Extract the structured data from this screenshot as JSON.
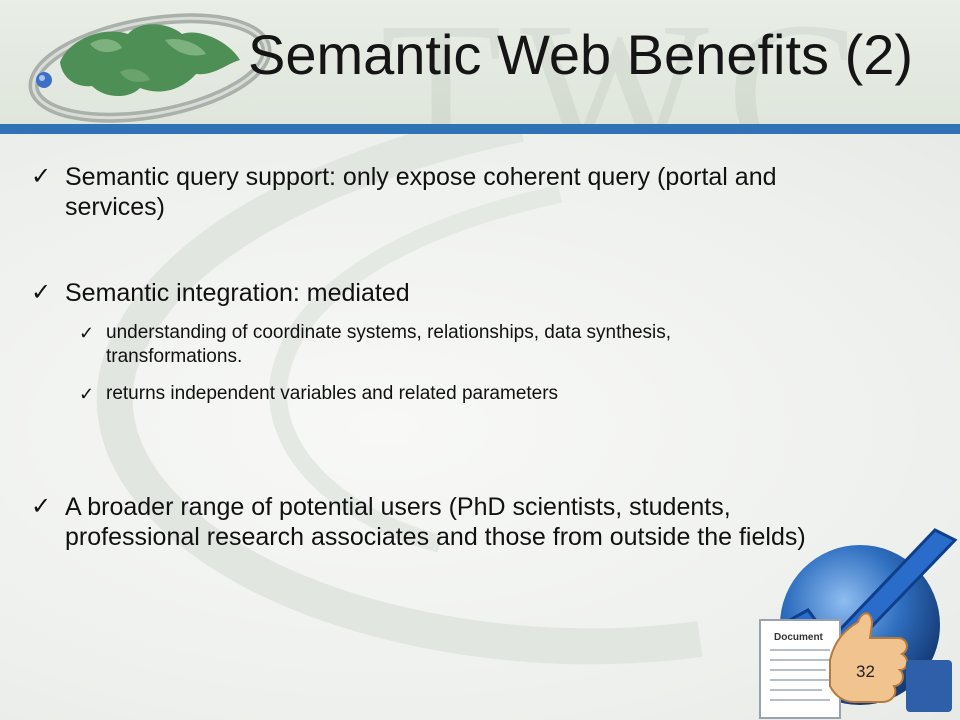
{
  "slide": {
    "watermark": "TWC",
    "title": "Semantic Web Benefits (2)",
    "page_number": "32",
    "accent_color": "#2f73b6",
    "bullet_icon": "check-mark-icon",
    "logo_icon": "globe-ring-icon",
    "clipart_icon": "globe-checkmark-thumbs-up-icon",
    "document_label": "Document",
    "bullets": [
      {
        "level": 1,
        "text": "Semantic query support:  only expose coherent query (portal and services)"
      },
      {
        "level": 1,
        "text": "Semantic integration: mediated"
      },
      {
        "level": 2,
        "text": "understanding of coordinate systems, relationships, data synthesis, transformations."
      },
      {
        "level": 2,
        "text": "returns independent variables and related parameters"
      },
      {
        "level": 1,
        "text": "A broader range of potential users (PhD scientists, students, professional research associates and those from outside the fields)"
      }
    ]
  }
}
